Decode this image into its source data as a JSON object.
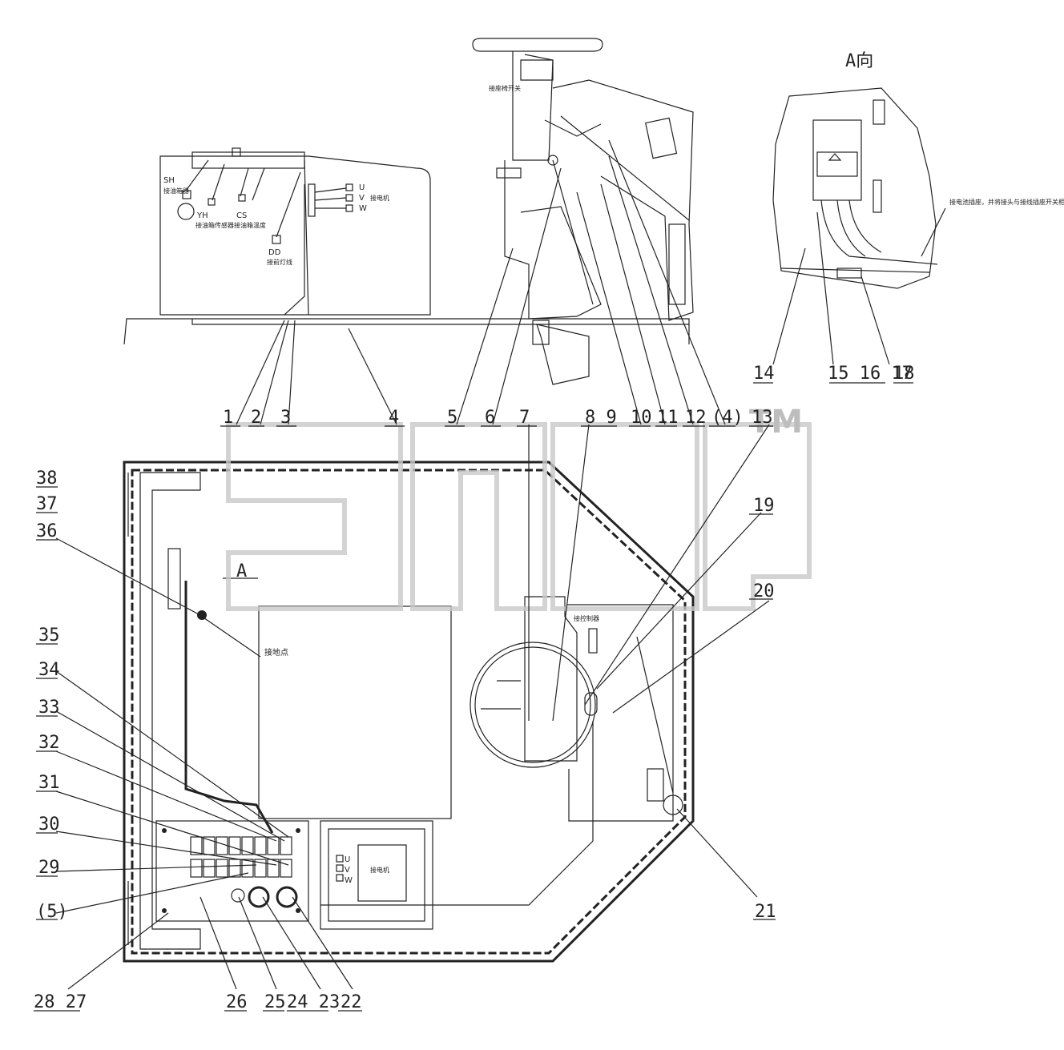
{
  "view_title": "A向",
  "view_marker": "A",
  "watermark_tm": "TM",
  "callouts": {
    "c1": "1",
    "c2": "2",
    "c3": "3",
    "c4": "4",
    "c5": "5",
    "c6": "6",
    "c7": "7",
    "c8_9": "8 9",
    "c10": "10",
    "c11": "11",
    "c12": "12",
    "c4b": "(4)",
    "c13": "13",
    "c14": "14",
    "c15_17": "15 16 17",
    "c18": "18",
    "c19": "19",
    "c20": "20",
    "c21": "21",
    "c22": "22",
    "c24_23": "24 23",
    "c25": "25",
    "c26": "26",
    "c28_27": "28 27",
    "c5b": "(5)",
    "c29": "29",
    "c30": "30",
    "c31": "31",
    "c32": "32",
    "c33": "33",
    "c34": "34",
    "c35": "35",
    "c36": "36",
    "c37": "37",
    "c38": "38"
  },
  "labels": {
    "sh": "SH",
    "sh_cn": "接油箱器",
    "yh": "YH",
    "yh_cn": "接油箱传感器",
    "cs": "CS",
    "cs_cn": "接油箱温度",
    "dd": "DD",
    "dd_cn": "接前灯线",
    "u": "U",
    "v": "V",
    "w": "W",
    "motor_cn": "接电机",
    "seat_switch": "接座椅开关",
    "ground_point": "接地点",
    "controller_cn": "接控制器",
    "a_view_note": "接电池插座，并将接头与接线插座开关相连接"
  }
}
